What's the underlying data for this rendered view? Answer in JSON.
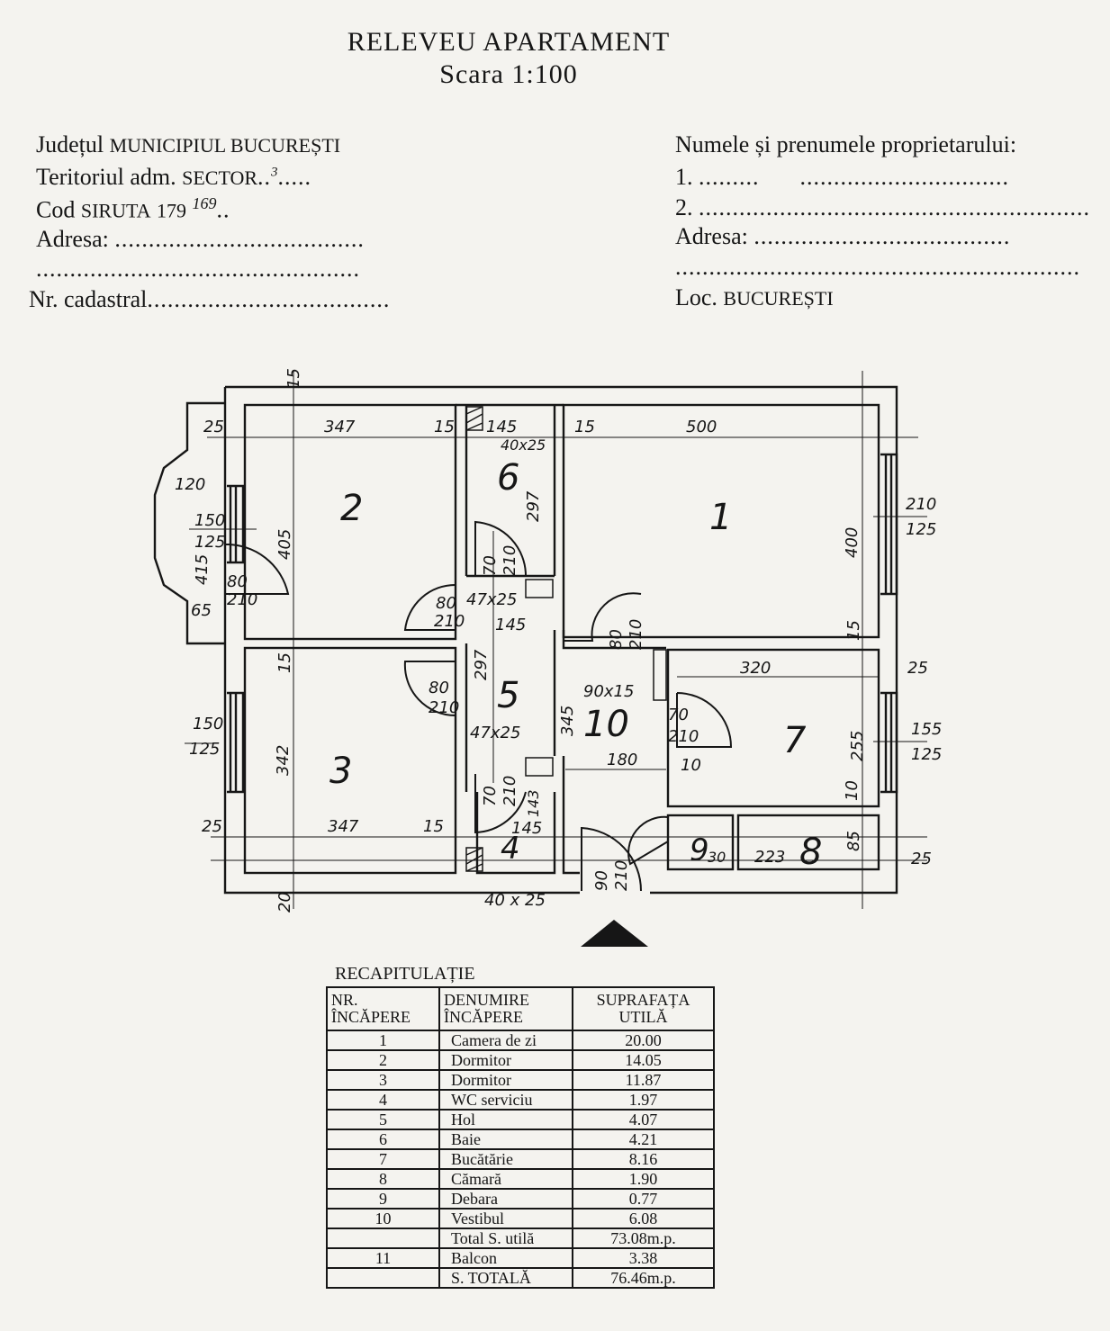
{
  "document": {
    "title": "RELEVEU APARTAMENT",
    "scale": "Scara 1:100"
  },
  "left_fields": {
    "judet_label": "Județul",
    "judet_value": "MUNICIPIUL BUCUREȘTI",
    "teritoriu_label": "Teritoriul adm.",
    "teritoriu_value": "SECTOR",
    "teritoriu_number": "3",
    "siruta_label": "Cod",
    "siruta_caps": "SIRUTA",
    "siruta_value": "179",
    "siruta_hand": "169",
    "adresa_label": "Adresa:",
    "cadastral_label": "Nr. cadastral"
  },
  "right_fields": {
    "owner_label": "Numele și prenumele proprietarului:",
    "owner1": "1.",
    "owner2": "2.",
    "adresa_label": "Adresa:",
    "loc_label": "Loc.",
    "loc_value": "BUCUREȘTI"
  },
  "rooms": [
    {
      "num": "1"
    },
    {
      "num": "2"
    },
    {
      "num": "3"
    },
    {
      "num": "4"
    },
    {
      "num": "5"
    },
    {
      "num": "6"
    },
    {
      "num": "7"
    },
    {
      "num": "8"
    },
    {
      "num": "9"
    },
    {
      "num": "10"
    }
  ],
  "dimensions": {
    "d347_top": "347",
    "d15_a": "15",
    "d145_top": "145",
    "d40x25_top": "40x25",
    "d15_b": "15",
    "d500": "500",
    "d25_left": "25",
    "d15_top": "15",
    "d120": "120",
    "d150_left": "150",
    "d125_left": "125",
    "d415": "415",
    "d65": "65",
    "d80": "80",
    "d210": "210",
    "d405": "405",
    "d297_6": "297",
    "d70": "70",
    "d47x25_top": "47x25",
    "d145_mid": "145",
    "d400": "400",
    "d210_right": "210",
    "d125_right": "125",
    "d15_r": "15",
    "d320": "320",
    "d25_r1": "25",
    "d90x15": "90x15",
    "d297_5": "297",
    "d345": "345",
    "d47x25_bot": "47x25",
    "d180": "180",
    "d10_a": "10",
    "d255": "255",
    "d155": "155",
    "d125_r2": "125",
    "d10_b": "10",
    "d150_l2": "150",
    "d125_l2": "125",
    "d342": "342",
    "d15_l": "15",
    "d25_bl": "25",
    "d347_bot": "347",
    "d15_bot": "15",
    "d143": "143",
    "d145_bot": "145",
    "d90_door": "90",
    "d30": "30",
    "d223": "223",
    "d85": "85",
    "d25_r3": "25",
    "d20": "20",
    "d40x25_bot": "40 x 25"
  },
  "recap": {
    "title": "RECAPITULAȚIE",
    "headers": {
      "nr_1": "NR.",
      "nr_2": "ÎNCĂPERE",
      "den_1": "DENUMIRE",
      "den_2": "ÎNCĂPERE",
      "sup_1": "SUPRAFAȚA",
      "sup_2": "UTILĂ"
    },
    "rows": [
      {
        "nr": "1",
        "name": "Camera de zi",
        "area": "20.00"
      },
      {
        "nr": "2",
        "name": "Dormitor",
        "area": "14.05"
      },
      {
        "nr": "3",
        "name": "Dormitor",
        "area": "11.87"
      },
      {
        "nr": "4",
        "name": "WC serviciu",
        "area": "1.97"
      },
      {
        "nr": "5",
        "name": "Hol",
        "area": "4.07"
      },
      {
        "nr": "6",
        "name": "Baie",
        "area": "4.21"
      },
      {
        "nr": "7",
        "name": "Bucătărie",
        "area": "8.16"
      },
      {
        "nr": "8",
        "name": "Cămară",
        "area": "1.90"
      },
      {
        "nr": "9",
        "name": "Debara",
        "area": "0.77"
      },
      {
        "nr": "10",
        "name": "Vestibul",
        "area": "6.08"
      },
      {
        "nr": "",
        "name": "Total S. utilă",
        "area": "73.08m.p."
      },
      {
        "nr": "11",
        "name": "Balcon",
        "area": "3.38"
      },
      {
        "nr": "",
        "name": "S. TOTALĂ",
        "area": "76.46m.p."
      }
    ]
  },
  "colors": {
    "ink": "#161616",
    "paper": "#f4f3ef"
  }
}
